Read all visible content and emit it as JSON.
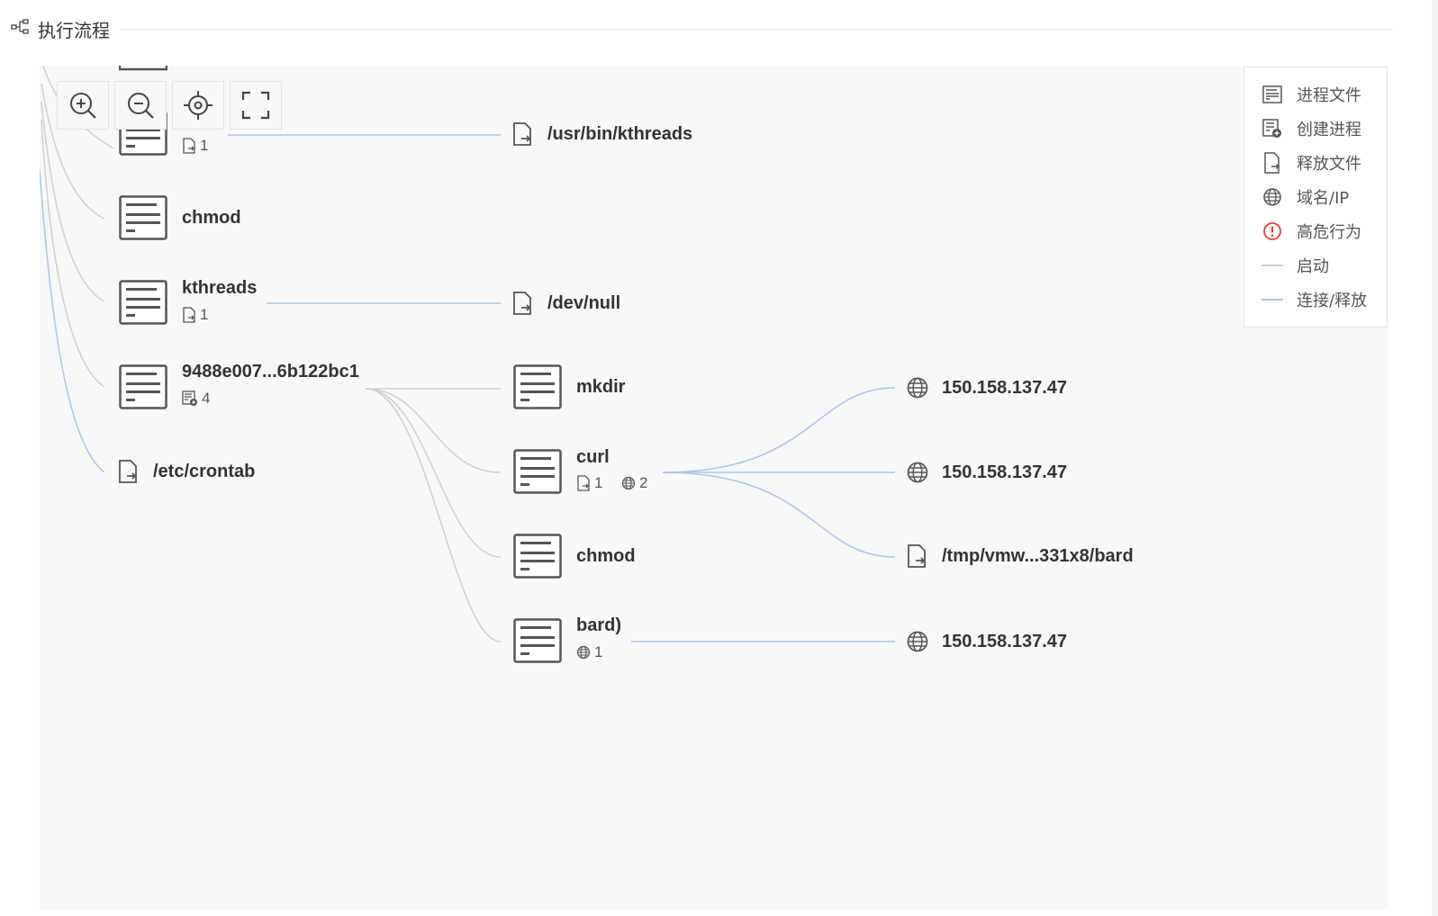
{
  "header": {
    "title": "执行流程"
  },
  "toolbar": {
    "zoom_in": "zoom-in-icon",
    "zoom_out": "zoom-out-icon",
    "locate": "crosshair-icon",
    "fullscreen": "fullscreen-icon"
  },
  "legend": {
    "items": [
      {
        "label": "进程文件",
        "icon": "process-file-icon"
      },
      {
        "label": "创建进程",
        "icon": "create-process-icon"
      },
      {
        "label": "释放文件",
        "icon": "release-file-icon"
      },
      {
        "label": "域名/IP",
        "icon": "globe-icon"
      },
      {
        "label": "高危行为",
        "icon": "alert-icon",
        "color": "#e23b3b"
      },
      {
        "label": "启动",
        "icon": "line-gray",
        "color": "#cfcfcf"
      },
      {
        "label": "连接/释放",
        "icon": "line-blue",
        "color": "#a8c6ec"
      }
    ]
  },
  "nodes": {
    "n_top": {
      "count": "1"
    },
    "chmod1": {
      "label": "chmod"
    },
    "kthreads": {
      "label": "kthreads",
      "count": "1"
    },
    "hash": {
      "label": "9488e007...6b122bc1",
      "count": "4"
    },
    "crontab": {
      "label": "/etc/crontab"
    },
    "usr_kthreads": {
      "label": "/usr/bin/kthreads"
    },
    "devnull": {
      "label": "/dev/null"
    },
    "mkdir": {
      "label": "mkdir"
    },
    "curl": {
      "label": "curl",
      "count_file": "1",
      "count_ip": "2"
    },
    "chmod2": {
      "label": "chmod"
    },
    "bard": {
      "label": "bard)",
      "count_ip": "1"
    },
    "ip1": {
      "label": "150.158.137.47"
    },
    "ip2": {
      "label": "150.158.137.47"
    },
    "tmpbard": {
      "label": "/tmp/vmw...331x8/bard"
    },
    "ip3": {
      "label": "150.158.137.47"
    }
  },
  "colors": {
    "start_edge": "#cfcfcf",
    "connect_edge": "#a8c6ec",
    "canvas_bg": "#f8f8f8",
    "icon": "#555555"
  }
}
